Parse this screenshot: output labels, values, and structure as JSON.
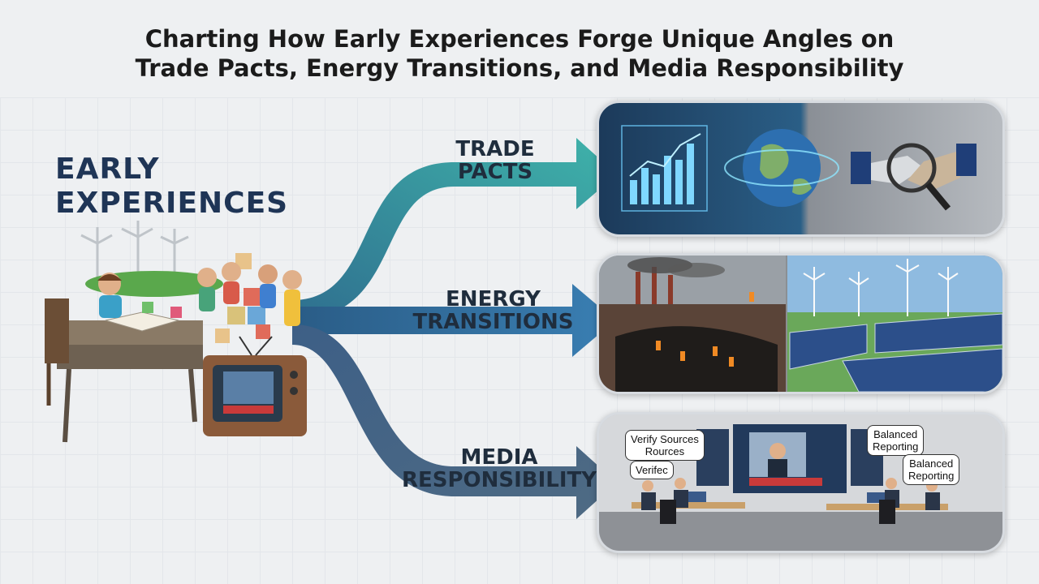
{
  "title": {
    "line1": "Charting How Early Experiences Forge Unique Angles on",
    "line2": "Trade Pacts, Energy Transitions, and Media Responsibility"
  },
  "source": {
    "line1": "EARLY",
    "line2": "EXPERIENCES"
  },
  "branches": [
    {
      "id": "trade",
      "line1": "TRADE",
      "line2": "PACTS",
      "color": "#3fa9a4"
    },
    {
      "id": "energy",
      "line1": "ENERGY",
      "line2": "TRANSITIONS",
      "color": "#2f6e9c"
    },
    {
      "id": "media",
      "line1": "MEDIA",
      "line2": "RESPONSIBILITY",
      "color": "#4a6680"
    }
  ],
  "media_bubbles": {
    "verify": {
      "line1": "Verify Sources",
      "line2": "Rources"
    },
    "verifec": "Verifec",
    "balanced1": {
      "line1": "Balanced",
      "line2": "Reporting"
    },
    "balanced2": {
      "line1": "Balanced",
      "line2": "Reporting"
    }
  }
}
